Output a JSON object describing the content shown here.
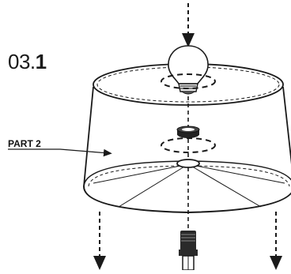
{
  "step": {
    "main": "03.",
    "sub": "1"
  },
  "part_label": "PART 2",
  "colors": {
    "line": "#1a1a1a",
    "bulb_fill": "#ffffff",
    "socket_fill": "#222222"
  },
  "icons": [
    "light-bulb-icon",
    "lamp-shade-icon",
    "socket-ring-icon",
    "lamp-socket-icon",
    "arrow-down-icon"
  ]
}
